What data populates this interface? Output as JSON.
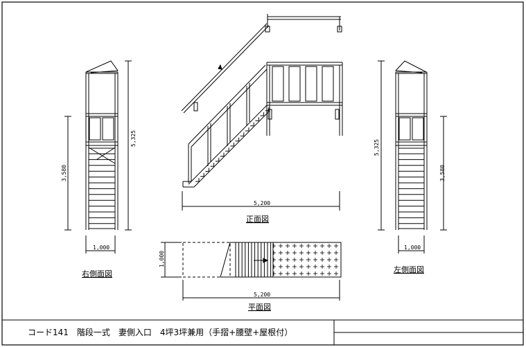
{
  "views": {
    "front_label": "正面図",
    "plan_label": "平面図",
    "right_label": "右側面図",
    "left_label": "左側面図"
  },
  "dimensions": {
    "front_width": "5,200",
    "plan_width": "5,200",
    "plan_depth": "1,000",
    "right_width": "1,000",
    "left_width": "1,000",
    "right_total_height": "5,325",
    "right_floor_height": "3,580",
    "left_total_height": "5,325",
    "left_floor_height": "3,580"
  },
  "title_block": {
    "text": "コード141　階段一式　妻側入口　4坪3坪兼用（手摺+腰壁+屋根付）"
  }
}
